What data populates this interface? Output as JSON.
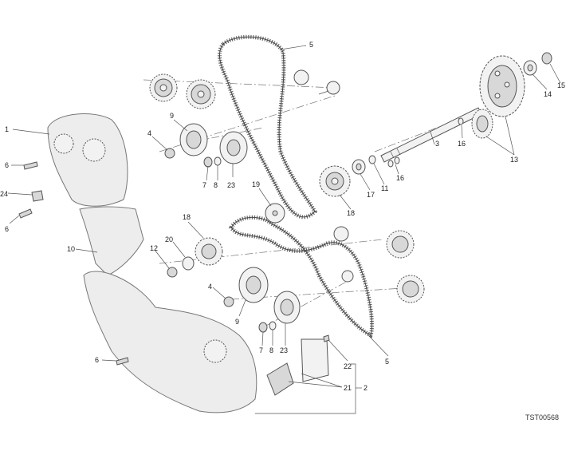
{
  "diagram_code": "TST00568",
  "labels": {
    "l1": "1",
    "l2": "2",
    "l3": "3",
    "l4a": "4",
    "l4b": "4",
    "l5a": "5",
    "l5b": "5",
    "l6a": "6",
    "l6b": "6",
    "l6c": "6",
    "l7a": "7",
    "l7b": "7",
    "l8a": "8",
    "l8b": "8",
    "l9a": "9",
    "l9b": "9",
    "l10": "10",
    "l11": "11",
    "l12": "12",
    "l13": "13",
    "l14": "14",
    "l15": "15",
    "l16a": "16",
    "l16b": "16",
    "l17": "17",
    "l18a": "18",
    "l18b": "18",
    "l19": "19",
    "l20": "20",
    "l21": "21",
    "l22": "22",
    "l23a": "23",
    "l23b": "23",
    "l24": "24"
  }
}
